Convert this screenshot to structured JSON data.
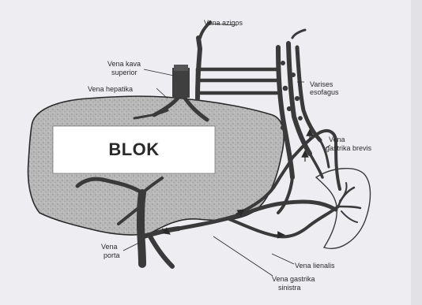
{
  "diagram": {
    "block_label": "BLOK",
    "labels": {
      "vena_azigos": "Vena azigos",
      "vena_kava_superior_line1": "Vena kava",
      "vena_kava_superior_line2": "superior",
      "vena_hepatika": "Vena hepatika",
      "varises_line1": "Varises",
      "varises_line2": "esofagus",
      "vena_gastrika_brevis_line1": "Vena",
      "vena_gastrika_brevis_line2": "gastrika brevis",
      "vena_porta_line1": "Vena",
      "vena_porta_line2": "porta",
      "vena_lienalis": "Vena lienalis",
      "vena_gastrika_sinistra_line1": "Vena gastrika",
      "vena_gastrika_sinistra_line2": "sinistra"
    },
    "colors": {
      "background": "#eeedf1",
      "liver_fill": "#b9b9b9",
      "vessel": "#3a3a3a",
      "block_fill": "#ffffff"
    }
  }
}
